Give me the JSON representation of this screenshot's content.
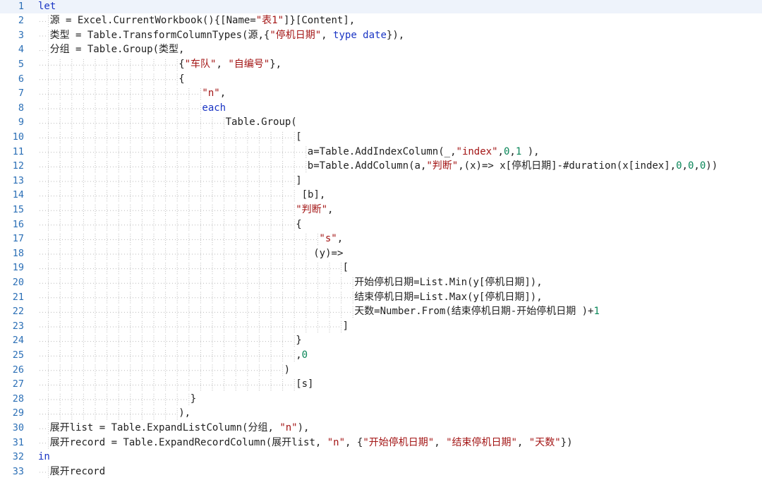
{
  "editor": {
    "colors": {
      "line_number": "#2b6fb6",
      "keyword": "#1a35c4",
      "string": "#a31515",
      "number": "#098658",
      "text": "#222222",
      "current_line": "#eef3fb",
      "guide": "#b9b9b9"
    },
    "lines": [
      {
        "n": "1",
        "indent": 0,
        "tokens": [
          {
            "t": "let",
            "c": "kw"
          }
        ]
      },
      {
        "n": "2",
        "indent": 1,
        "tokens": [
          {
            "t": "源 = Excel.CurrentWorkbook(){[Name=",
            "c": "txt"
          },
          {
            "t": "\"表1\"",
            "c": "str"
          },
          {
            "t": "]}[Content],",
            "c": "txt"
          }
        ]
      },
      {
        "n": "3",
        "indent": 1,
        "tokens": [
          {
            "t": "类型 = Table.TransformColumnTypes(源,{",
            "c": "txt"
          },
          {
            "t": "\"停机日期\"",
            "c": "str"
          },
          {
            "t": ", ",
            "c": "txt"
          },
          {
            "t": "type date",
            "c": "kw"
          },
          {
            "t": "}),",
            "c": "txt"
          }
        ]
      },
      {
        "n": "4",
        "indent": 1,
        "tokens": [
          {
            "t": "分组 = Table.Group(类型,",
            "c": "txt"
          }
        ]
      },
      {
        "n": "5",
        "indent": 12,
        "tokens": [
          {
            "t": "{",
            "c": "txt"
          },
          {
            "t": "\"车队\"",
            "c": "str"
          },
          {
            "t": ", ",
            "c": "txt"
          },
          {
            "t": "\"自编号\"",
            "c": "str"
          },
          {
            "t": "},",
            "c": "txt"
          }
        ]
      },
      {
        "n": "6",
        "indent": 12,
        "tokens": [
          {
            "t": "{",
            "c": "txt"
          }
        ]
      },
      {
        "n": "7",
        "indent": 14,
        "tokens": [
          {
            "t": "\"n\"",
            "c": "str"
          },
          {
            "t": ",",
            "c": "txt"
          }
        ]
      },
      {
        "n": "8",
        "indent": 14,
        "tokens": [
          {
            "t": "each",
            "c": "kw"
          }
        ]
      },
      {
        "n": "9",
        "indent": 16,
        "tokens": [
          {
            "t": "Table.Group(",
            "c": "txt"
          }
        ]
      },
      {
        "n": "10",
        "indent": 22,
        "tokens": [
          {
            "t": "[",
            "c": "txt"
          }
        ]
      },
      {
        "n": "11",
        "indent": 23,
        "tokens": [
          {
            "t": "a=Table.AddIndexColumn(_,",
            "c": "txt"
          },
          {
            "t": "\"index\"",
            "c": "str"
          },
          {
            "t": ",",
            "c": "txt"
          },
          {
            "t": "0",
            "c": "num"
          },
          {
            "t": ",",
            "c": "txt"
          },
          {
            "t": "1",
            "c": "num"
          },
          {
            "t": " ),",
            "c": "txt"
          }
        ]
      },
      {
        "n": "12",
        "indent": 23,
        "tokens": [
          {
            "t": "b=Table.AddColumn(a,",
            "c": "txt"
          },
          {
            "t": "\"判断\"",
            "c": "str"
          },
          {
            "t": ",(x)=> x[停机日期]-#duration(x[index],",
            "c": "txt"
          },
          {
            "t": "0",
            "c": "num"
          },
          {
            "t": ",",
            "c": "txt"
          },
          {
            "t": "0",
            "c": "num"
          },
          {
            "t": ",",
            "c": "txt"
          },
          {
            "t": "0",
            "c": "num"
          },
          {
            "t": "))",
            "c": "txt"
          }
        ]
      },
      {
        "n": "13",
        "indent": 22,
        "tokens": [
          {
            "t": "]",
            "c": "txt"
          }
        ]
      },
      {
        "n": "14",
        "indent": 22,
        "tokens": [
          {
            "t": " [b],",
            "c": "txt"
          }
        ]
      },
      {
        "n": "15",
        "indent": 22,
        "tokens": [
          {
            "t": "\"判断\"",
            "c": "str"
          },
          {
            "t": ",",
            "c": "txt"
          }
        ]
      },
      {
        "n": "16",
        "indent": 22,
        "tokens": [
          {
            "t": "{",
            "c": "txt"
          }
        ]
      },
      {
        "n": "17",
        "indent": 24,
        "tokens": [
          {
            "t": "\"s\"",
            "c": "str"
          },
          {
            "t": ",",
            "c": "txt"
          }
        ]
      },
      {
        "n": "18",
        "indent": 23,
        "tokens": [
          {
            "t": " (y)=>",
            "c": "txt"
          }
        ]
      },
      {
        "n": "19",
        "indent": 26,
        "tokens": [
          {
            "t": "[",
            "c": "txt"
          }
        ]
      },
      {
        "n": "20",
        "indent": 27,
        "tokens": [
          {
            "t": "开始停机日期=List.Min(y[停机日期]),",
            "c": "txt"
          }
        ]
      },
      {
        "n": "21",
        "indent": 27,
        "tokens": [
          {
            "t": "结束停机日期=List.Max(y[停机日期]),",
            "c": "txt"
          }
        ]
      },
      {
        "n": "22",
        "indent": 27,
        "tokens": [
          {
            "t": "天数=Number.From(结束停机日期-开始停机日期 )+",
            "c": "txt"
          },
          {
            "t": "1",
            "c": "num"
          }
        ]
      },
      {
        "n": "23",
        "indent": 26,
        "tokens": [
          {
            "t": "]",
            "c": "txt"
          }
        ]
      },
      {
        "n": "24",
        "indent": 22,
        "tokens": [
          {
            "t": "}",
            "c": "txt"
          }
        ]
      },
      {
        "n": "25",
        "indent": 22,
        "tokens": [
          {
            "t": ",",
            "c": "txt"
          },
          {
            "t": "0",
            "c": "num"
          }
        ]
      },
      {
        "n": "26",
        "indent": 21,
        "tokens": [
          {
            "t": ")",
            "c": "txt"
          }
        ]
      },
      {
        "n": "27",
        "indent": 22,
        "tokens": [
          {
            "t": "[s]",
            "c": "txt"
          }
        ]
      },
      {
        "n": "28",
        "indent": 13,
        "tokens": [
          {
            "t": "}",
            "c": "txt"
          }
        ]
      },
      {
        "n": "29",
        "indent": 12,
        "tokens": [
          {
            "t": "),",
            "c": "txt"
          }
        ]
      },
      {
        "n": "30",
        "indent": 1,
        "tokens": [
          {
            "t": "展开list = Table.ExpandListColumn(分组, ",
            "c": "txt"
          },
          {
            "t": "\"n\"",
            "c": "str"
          },
          {
            "t": "),",
            "c": "txt"
          }
        ]
      },
      {
        "n": "31",
        "indent": 1,
        "tokens": [
          {
            "t": "展开record = Table.ExpandRecordColumn(展开list, ",
            "c": "txt"
          },
          {
            "t": "\"n\"",
            "c": "str"
          },
          {
            "t": ", {",
            "c": "txt"
          },
          {
            "t": "\"开始停机日期\"",
            "c": "str"
          },
          {
            "t": ", ",
            "c": "txt"
          },
          {
            "t": "\"结束停机日期\"",
            "c": "str"
          },
          {
            "t": ", ",
            "c": "txt"
          },
          {
            "t": "\"天数\"",
            "c": "str"
          },
          {
            "t": "})",
            "c": "txt"
          }
        ]
      },
      {
        "n": "32",
        "indent": 0,
        "tokens": [
          {
            "t": "in",
            "c": "kw"
          }
        ]
      },
      {
        "n": "33",
        "indent": 1,
        "tokens": [
          {
            "t": "展开record",
            "c": "txt"
          }
        ]
      }
    ]
  }
}
